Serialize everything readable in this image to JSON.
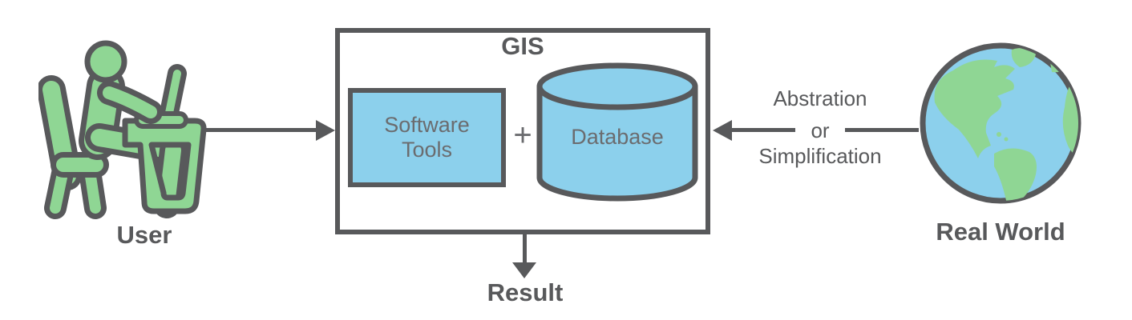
{
  "diagram_title": "GIS",
  "user": {
    "label": "User"
  },
  "gis": {
    "title": "GIS",
    "software_tools_line1": "Software",
    "software_tools_line2": "Tools",
    "plus": "+",
    "database_label": "Database"
  },
  "real_world": {
    "label": "Real World"
  },
  "result": {
    "label": "Result"
  },
  "abstraction_arrow": {
    "top": "Abstration",
    "middle": "or",
    "bottom": "Simplification"
  },
  "icons": {
    "user": "person-at-computer-icon",
    "real_world": "globe-icon",
    "database": "database-cylinder-icon"
  },
  "colors": {
    "outline": "#58595B",
    "green_fill": "#8FD694",
    "blue_fill": "#8CD0EC",
    "muted_text": "#6B6C6F",
    "background": "#FFFFFF"
  }
}
